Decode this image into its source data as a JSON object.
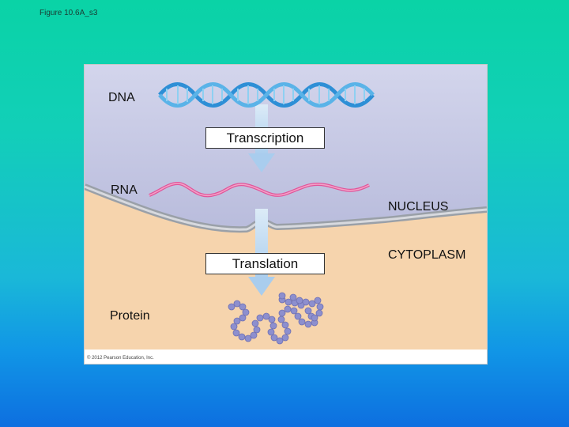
{
  "slide": {
    "caption": "Figure 10.6A_s3"
  },
  "figure": {
    "labels": {
      "dna": "DNA",
      "rna": "RNA",
      "protein": "Protein",
      "nucleus": "NUCLEUS",
      "cytoplasm": "CYTOPLASM"
    },
    "processes": {
      "transcription": "Transcription",
      "translation": "Translation"
    },
    "copyright": "© 2012 Pearson Education, Inc."
  },
  "colors": {
    "nucleus": "#c3c6e3",
    "cytoplasm": "#f6d4ad",
    "dna_strand": "#2e8fd6",
    "rna_strand": "#e0559a",
    "arrow": "#b7d7f0",
    "protein_bead": "#8d8fce"
  }
}
